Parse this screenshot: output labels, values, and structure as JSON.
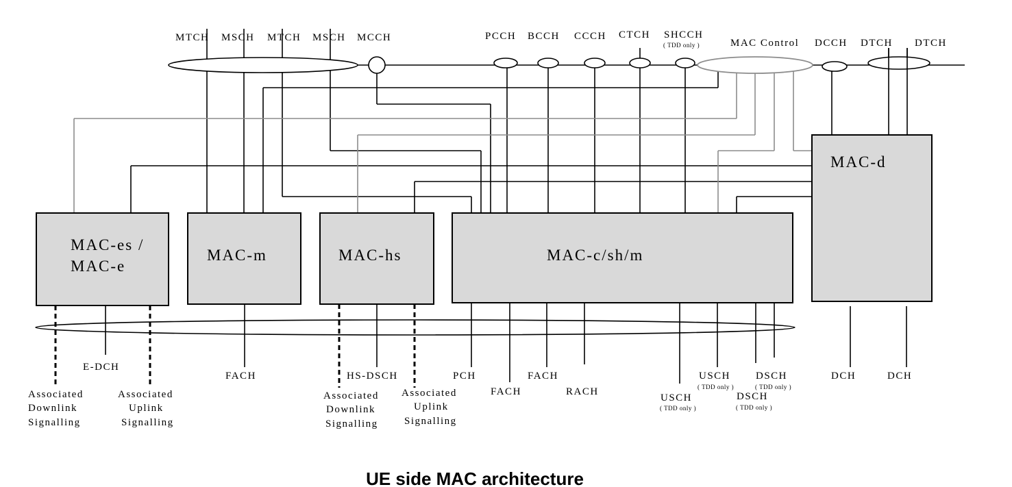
{
  "top_channels": {
    "mtch_1": "MTCH",
    "msch_1": "MSCH",
    "mtch_2": "MTCH",
    "msch_2": "MSCH",
    "mcch": "MCCH",
    "pcch": "PCCH",
    "bcch": "BCCH",
    "ccch": "CCCH",
    "ctch": "CTCH",
    "shcch": "SHCCH",
    "shcch_note": "( TDD only )",
    "mac_control": "MAC Control",
    "dcch": "DCCH",
    "dtch_1": "DTCH",
    "dtch_2": "DTCH"
  },
  "entities": {
    "mac_es_line1": "MAC-es /",
    "mac_es_line2": "MAC-e",
    "mac_m": "MAC-m",
    "mac_hs": "MAC-hs",
    "mac_c": "MAC-c/sh/m",
    "mac_d": "MAC-d"
  },
  "bottom_channels": {
    "edch": "E-DCH",
    "assoc_dl_1": [
      "Associated",
      "Downlink",
      "Signalling"
    ],
    "assoc_ul_1": [
      "Associated",
      "Uplink",
      "Signalling"
    ],
    "fach_m": "FACH",
    "hs_dsch": "HS-DSCH",
    "assoc_dl_2": [
      "Associated",
      "Downlink",
      "Signalling"
    ],
    "assoc_ul_2": [
      "Associated",
      "Uplink",
      "Signalling"
    ],
    "pch": "PCH",
    "fach_1": "FACH",
    "fach_2": "FACH",
    "rach": "RACH",
    "usch_1": "USCH",
    "usch_1_note": "( TDD only )",
    "usch_2": "USCH",
    "usch_2_note": "( TDD only )",
    "dsch_1": "DSCH",
    "dsch_1_note": "( TDD only )",
    "dsch_2": "DSCH",
    "dsch_2_note": "( TDD only )",
    "dch_1": "DCH",
    "dch_2": "DCH"
  },
  "caption": "UE side MAC architecture"
}
